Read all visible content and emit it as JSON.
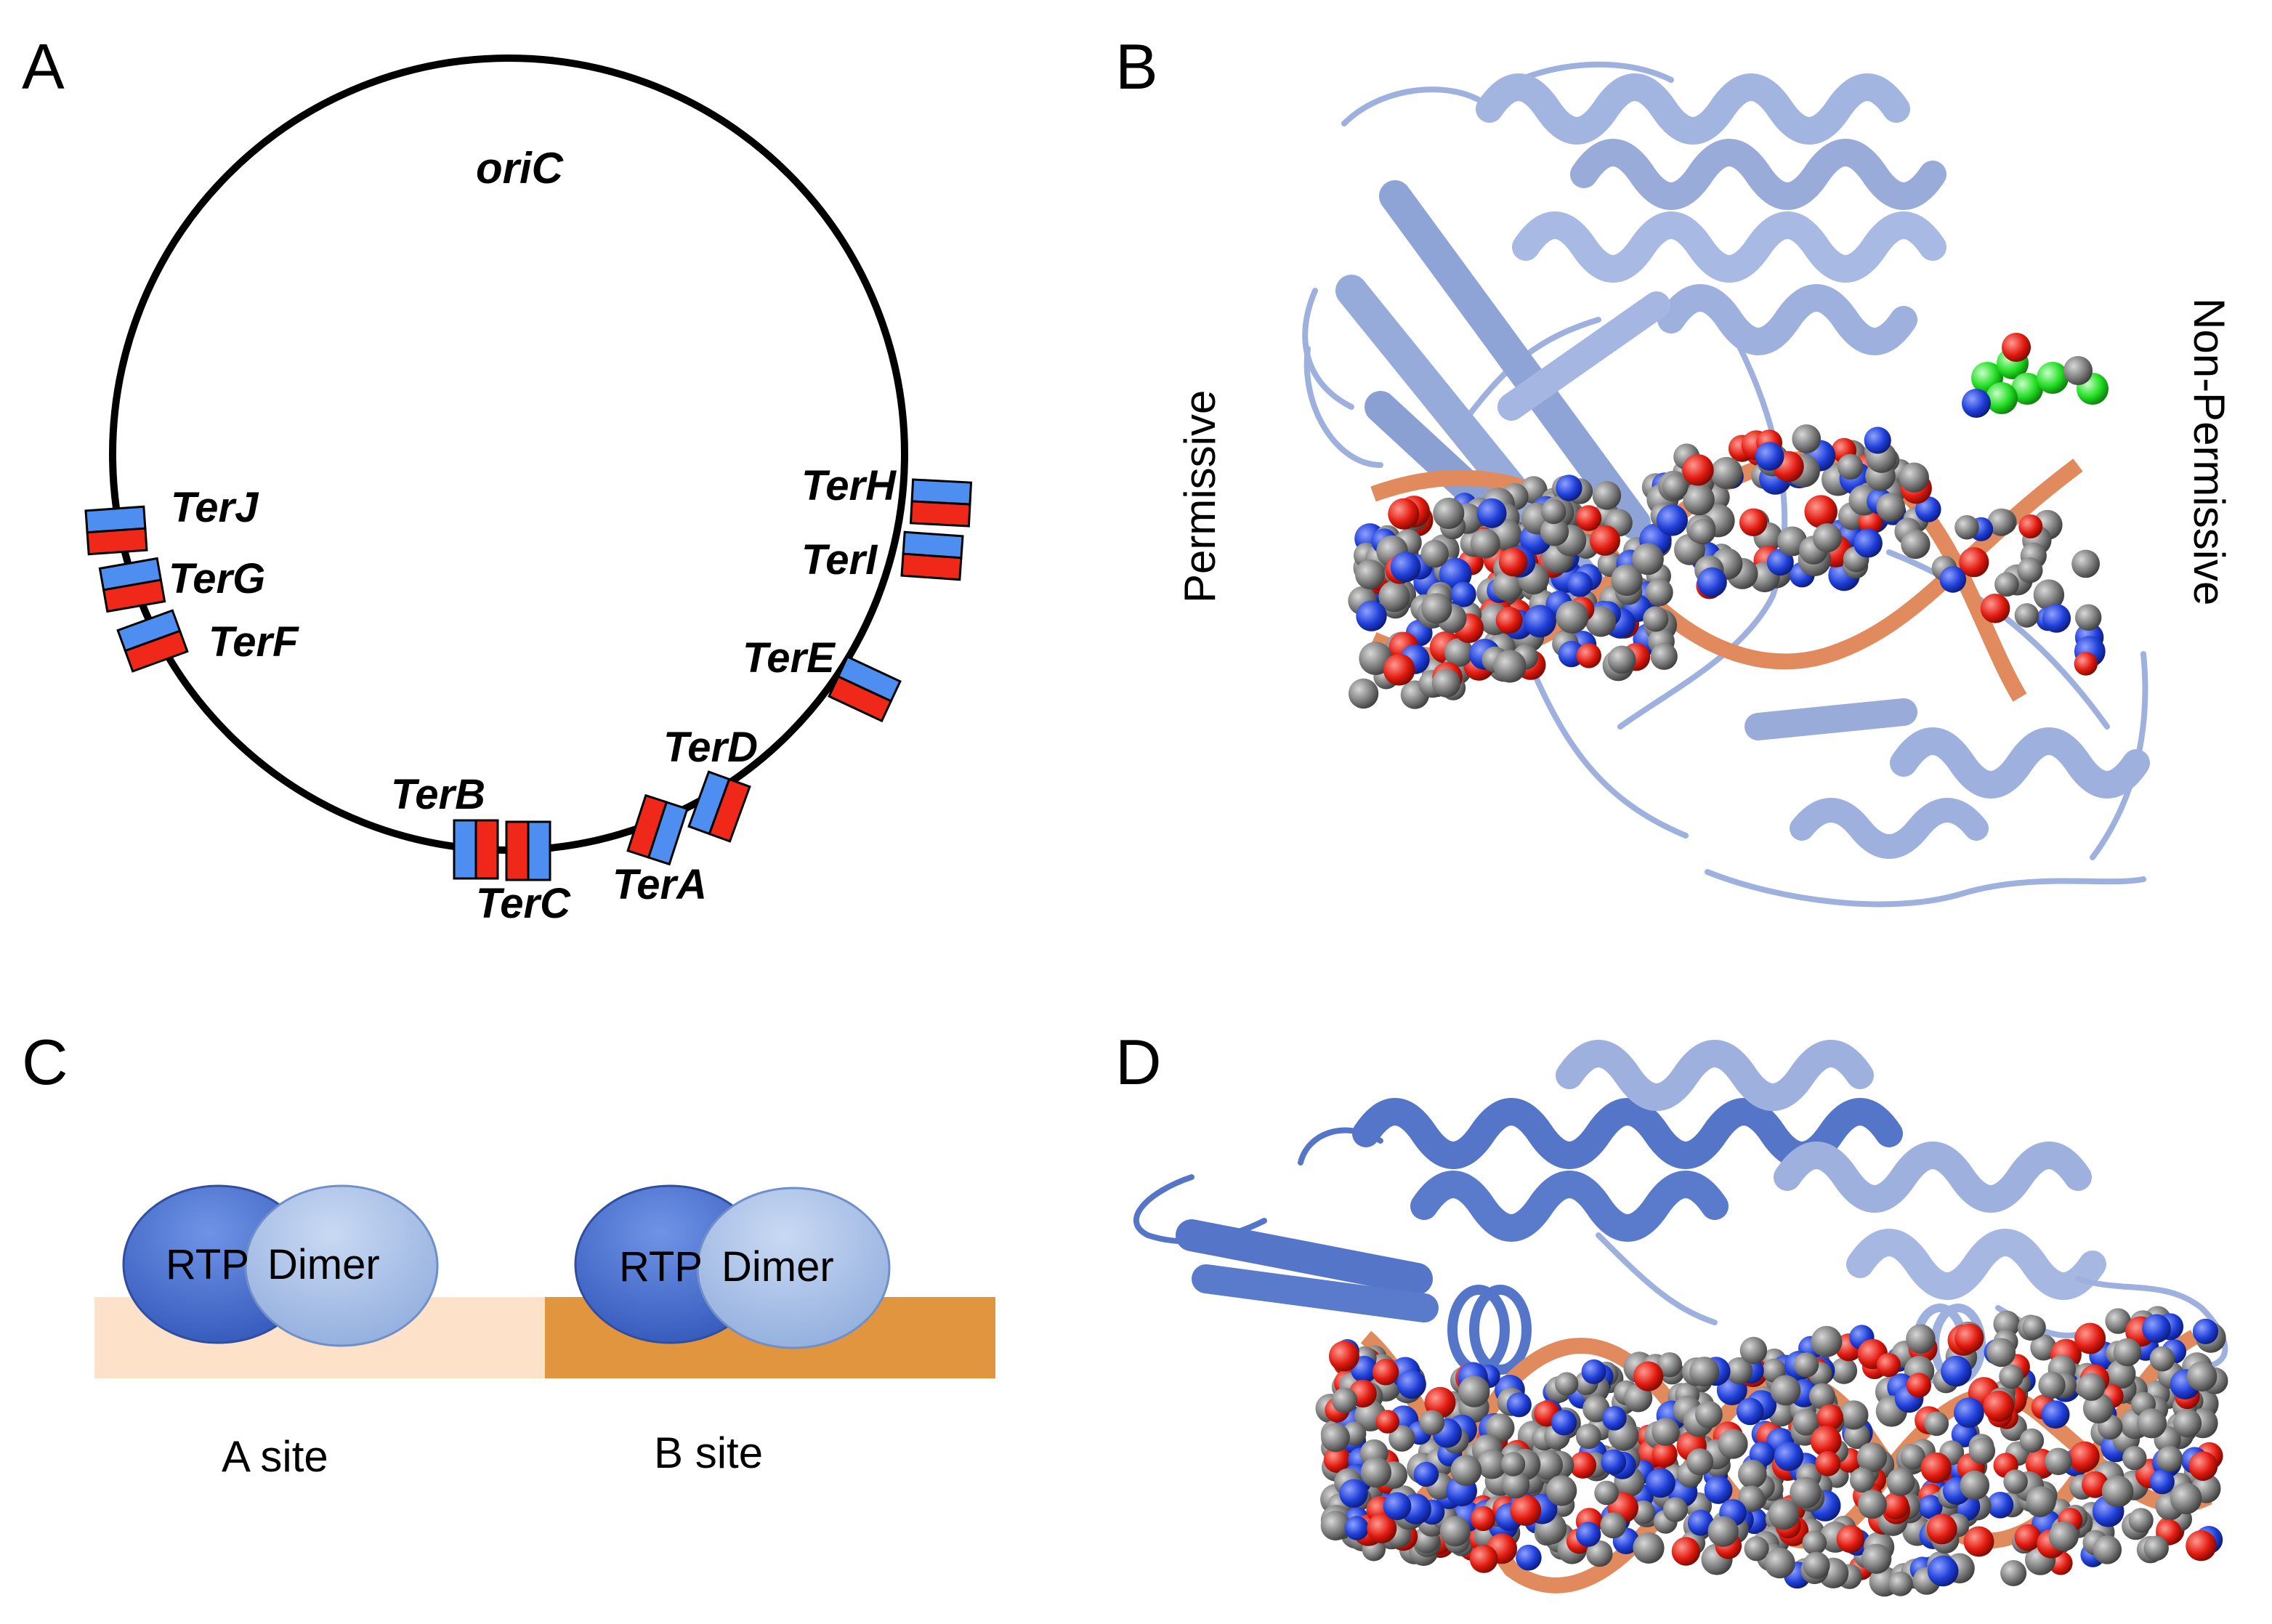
{
  "panels": {
    "a": {
      "letter": "A",
      "origin_label": "oriC",
      "ter_sites": [
        {
          "label": "TerJ"
        },
        {
          "label": "TerG"
        },
        {
          "label": "TerF"
        },
        {
          "label": "TerH"
        },
        {
          "label": "TerI"
        },
        {
          "label": "TerE"
        },
        {
          "label": "TerD"
        },
        {
          "label": "TerB"
        },
        {
          "label": "TerC"
        },
        {
          "label": "TerA"
        }
      ]
    },
    "b": {
      "letter": "B",
      "left_label": "Permissive",
      "right_label": "Non-Permissive"
    },
    "c": {
      "letter": "C",
      "sites": [
        {
          "name": "A site",
          "protein_left": "RTP",
          "protein_right": "Dimer",
          "bar_color": "#fde1c9"
        },
        {
          "name": "B site",
          "protein_left": "RTP",
          "protein_right": "Dimer",
          "bar_color": "#e0953e"
        }
      ]
    },
    "d": {
      "letter": "D"
    }
  },
  "colors": {
    "site_blue": "#4d8ef0",
    "site_red": "#f0281a",
    "protein_light": "#9eb1de",
    "protein_dark": "#5575c8",
    "dna_backbone": "#e08a5e",
    "atom_carbon": "#7c7c7c",
    "atom_nitrogen": "#1f3fd8",
    "atom_oxygen": "#e21b10",
    "ligand": "#22dd22",
    "rtp_blue": "#3f6ccc",
    "dimer_blue": "#a6c0e8"
  }
}
